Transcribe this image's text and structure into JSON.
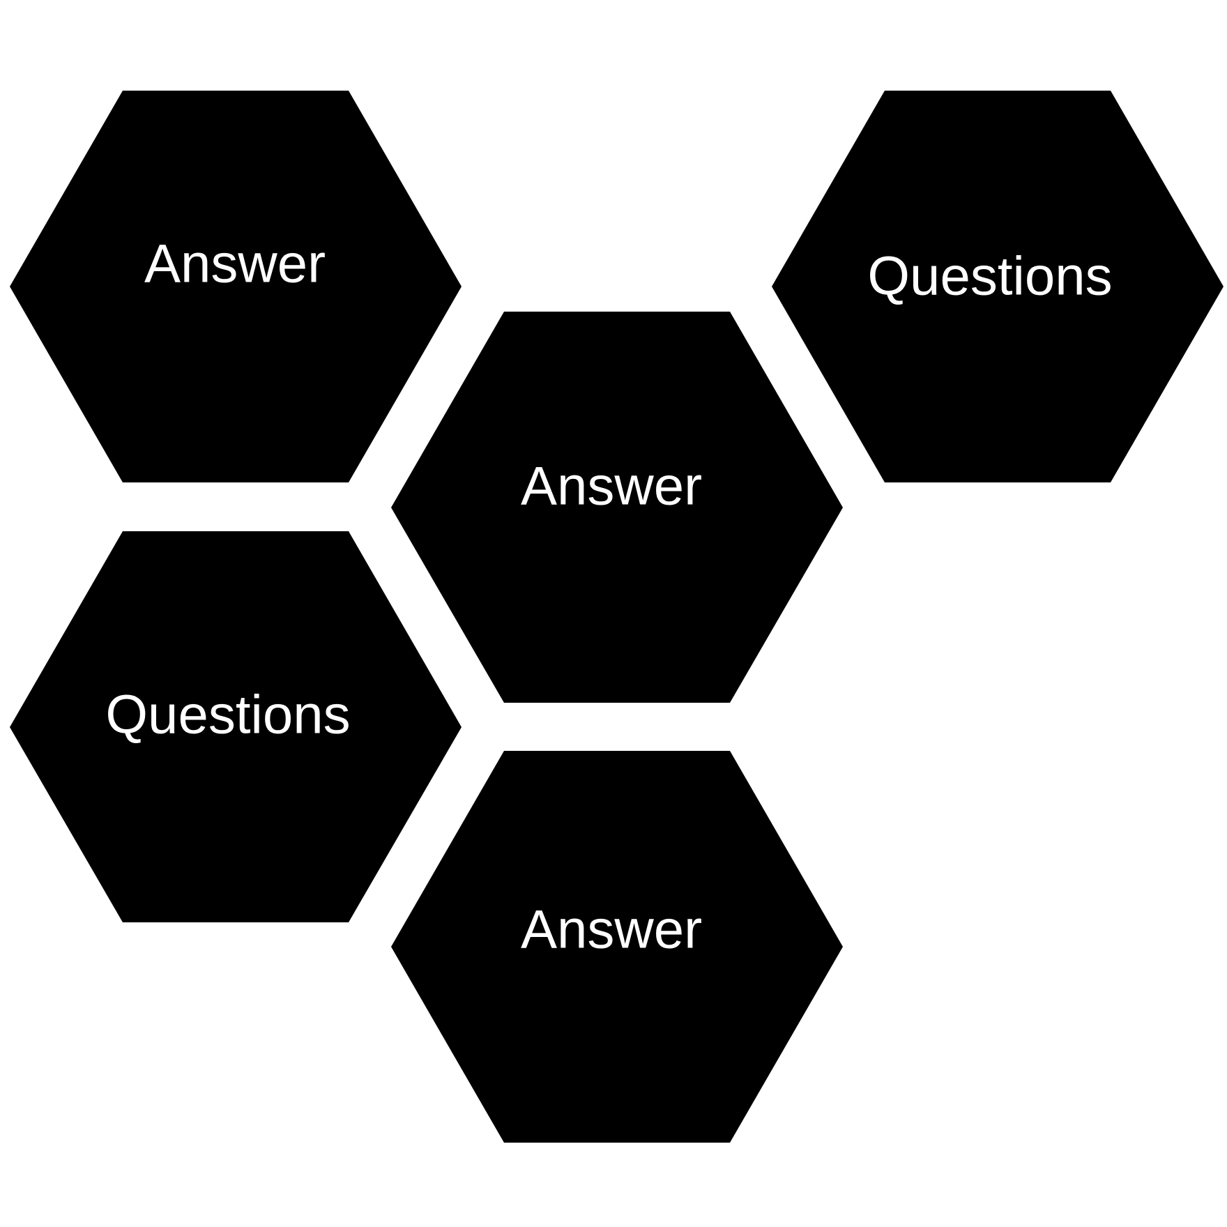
{
  "diagram": {
    "colors": {
      "hexagon_fill": "#000000",
      "label_color": "#ffffff",
      "background": "#ffffff"
    },
    "hexagons": [
      {
        "label": "Answer"
      },
      {
        "label": "Questions"
      },
      {
        "label": "Answer"
      },
      {
        "label": "Questions"
      },
      {
        "label": "Answer"
      }
    ]
  }
}
